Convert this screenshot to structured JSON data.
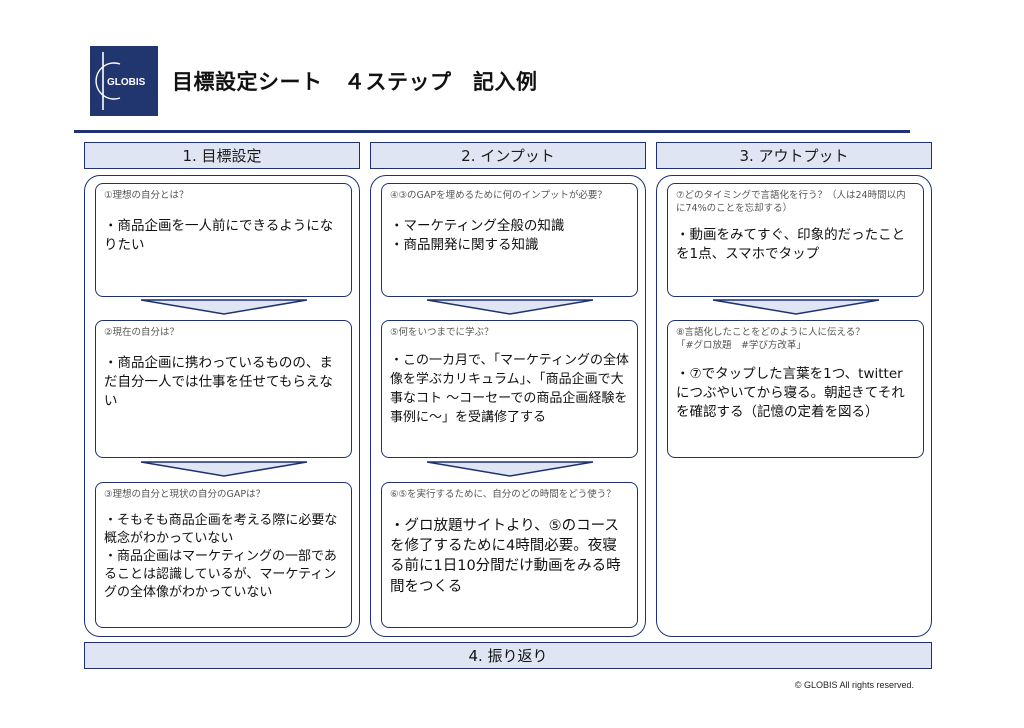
{
  "brand": {
    "logo_text": "GLOBIS",
    "color": "#21356f"
  },
  "title": "目標設定シート　４ステップ　記入例",
  "columns": [
    {
      "header": "1. 目標設定"
    },
    {
      "header": "2. インプット"
    },
    {
      "header": "3. アウトプット"
    }
  ],
  "boxes": {
    "b1": {
      "question": "①理想の自分とは？",
      "answer": "・商品企画を一人前にできるようになりたい"
    },
    "b2": {
      "question": "②現在の自分は？",
      "answer": "・商品企画に携わっているものの、まだ自分一人では仕事を任せてもらえない"
    },
    "b3": {
      "question": "③理想の自分と現状の自分のGAPは？",
      "answer": "・そもそも商品企画を考える際に必要な概念がわかっていない\n・商品企画はマーケティングの一部であることは認識しているが、マーケティングの全体像がわかっていない"
    },
    "b4": {
      "question": "④③のGAPを埋めるために何のインプットが必要？",
      "answer": "・マーケティング全般の知識\n・商品開発に関する知識"
    },
    "b5": {
      "question": "⑤何をいつまでに学ぶ？",
      "answer": "・この一カ月で、「マーケティングの全体像を学ぶカリキュラム」、「商品企画で大事なコト ～コーセーでの商品企画経験を事例に～」を受講修了する"
    },
    "b6": {
      "question": "⑥⑤を実行するために、自分のどの時間をどう使う？",
      "answer": "・グロ放題サイトより、⑤のコースを修了するために4時間必要。夜寝る前に1日10分間だけ動画をみる時間をつくる"
    },
    "b7": {
      "question": "⑦どのタイミングで言語化を行う？（人は24時間以内に74%のことを忘却する）",
      "answer": "・動画をみてすぐ、印象的だったことを1点、スマホでタップ"
    },
    "b8": {
      "question": "⑧言語化したことをどのように人に伝える？\n「#グロ放題　#学び方改革」",
      "answer": "・⑦でタップした言葉を1つ、twitterにつぶやいてから寝る。朝起きてそれを確認する（記憶の定着を図る）"
    }
  },
  "footer_bar": "4. 振り返り",
  "copyright": "© GLOBIS All rights reserved."
}
